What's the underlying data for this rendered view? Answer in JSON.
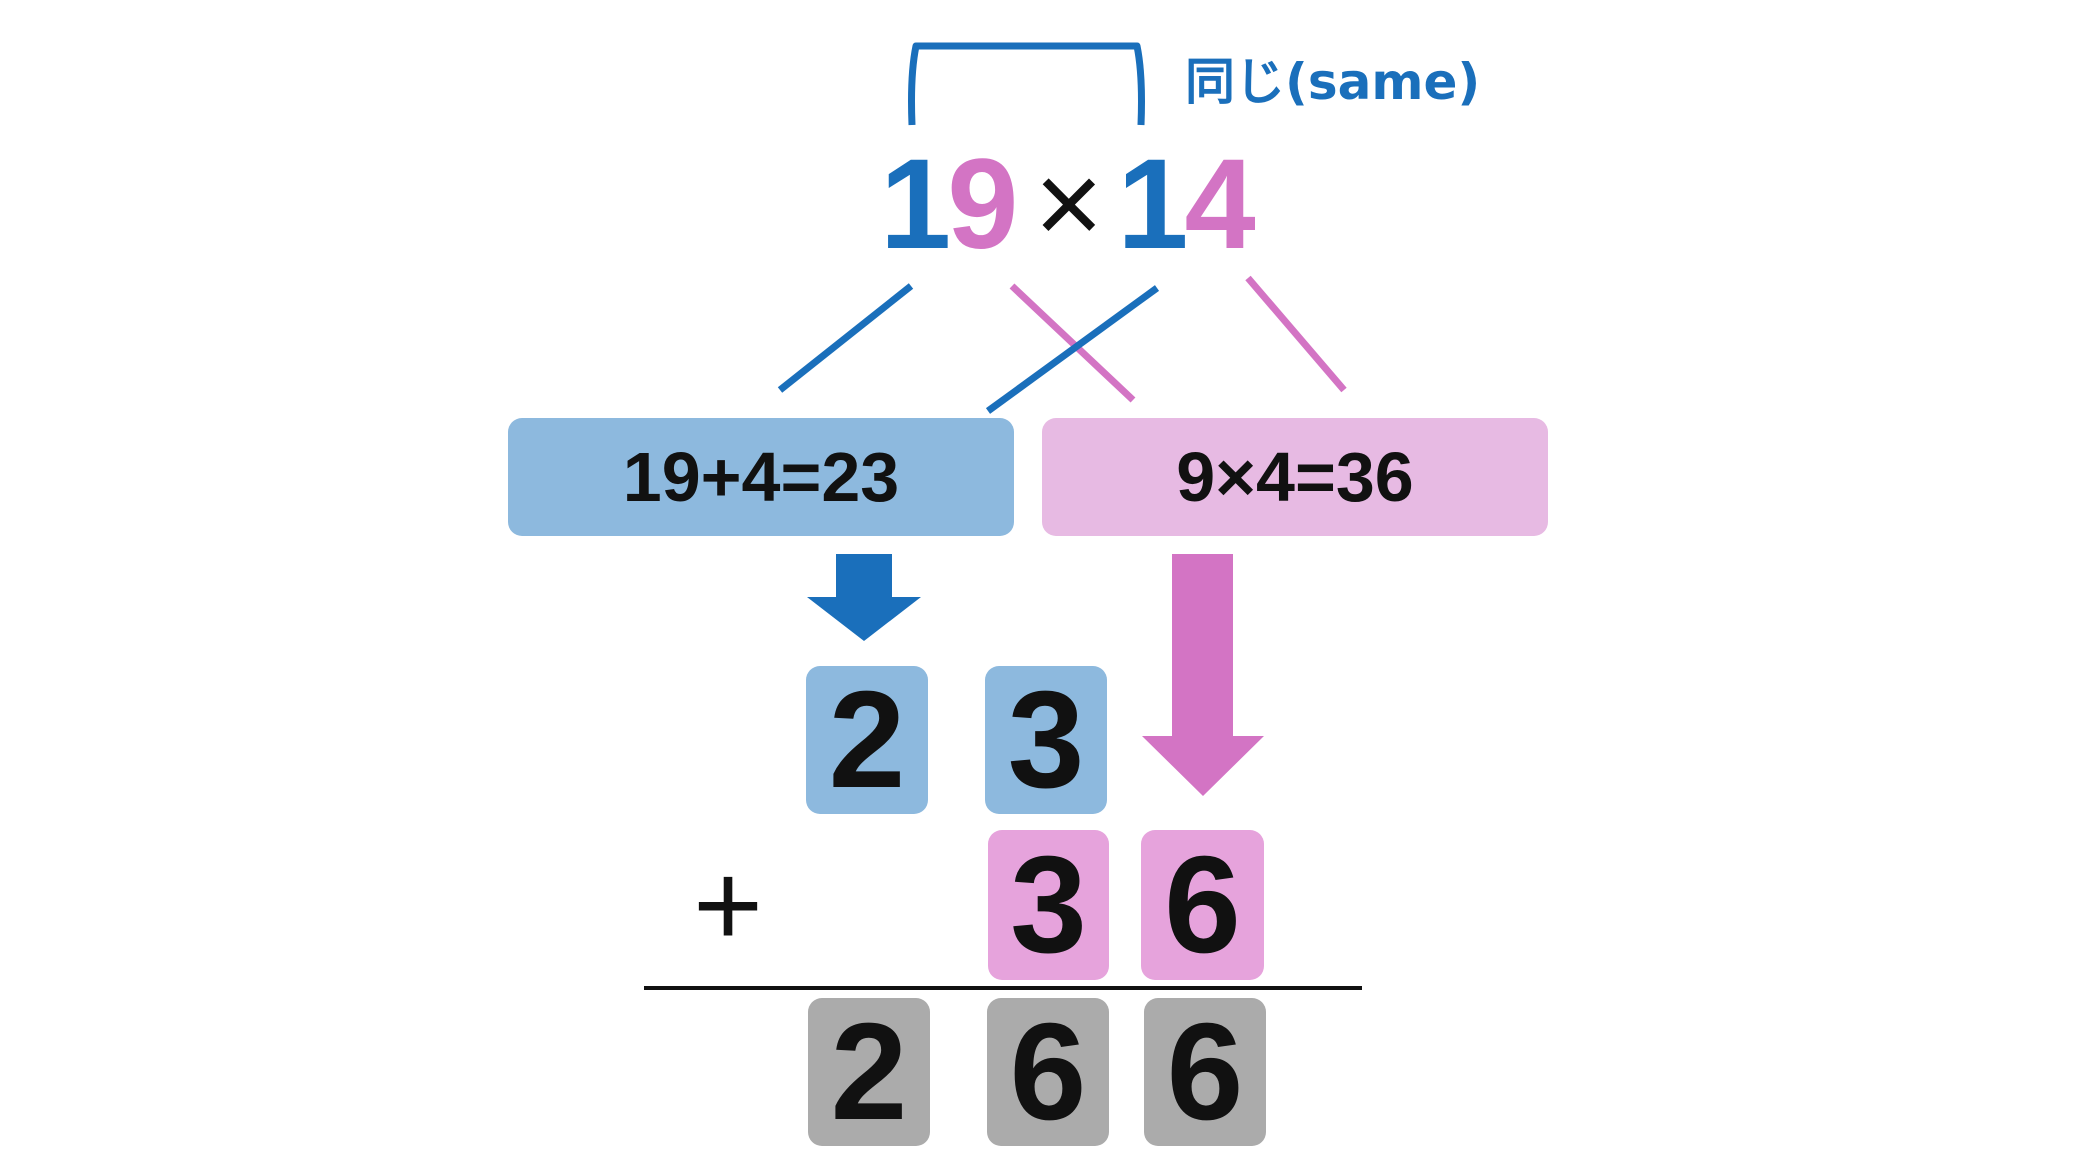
{
  "colors": {
    "blue": "#1a6fbb",
    "pink": "#d374c4",
    "light_blue": "#8db9de",
    "light_pink": "#e7bae3",
    "pink_digit": "#e6a3dc",
    "gray": "#ababab",
    "text": "#111111"
  },
  "annotation": {
    "same_label": "同じ(same)"
  },
  "problem": {
    "left_tens": "1",
    "left_ones": "9",
    "times": "×",
    "right_tens": "1",
    "right_ones": "4"
  },
  "steps": {
    "left_box": "19+4=23",
    "right_box": "9×4=36"
  },
  "addition": {
    "row1": [
      "2",
      "3"
    ],
    "plus": "+",
    "row2": [
      "3",
      "6"
    ],
    "result": [
      "2",
      "6",
      "6"
    ]
  }
}
